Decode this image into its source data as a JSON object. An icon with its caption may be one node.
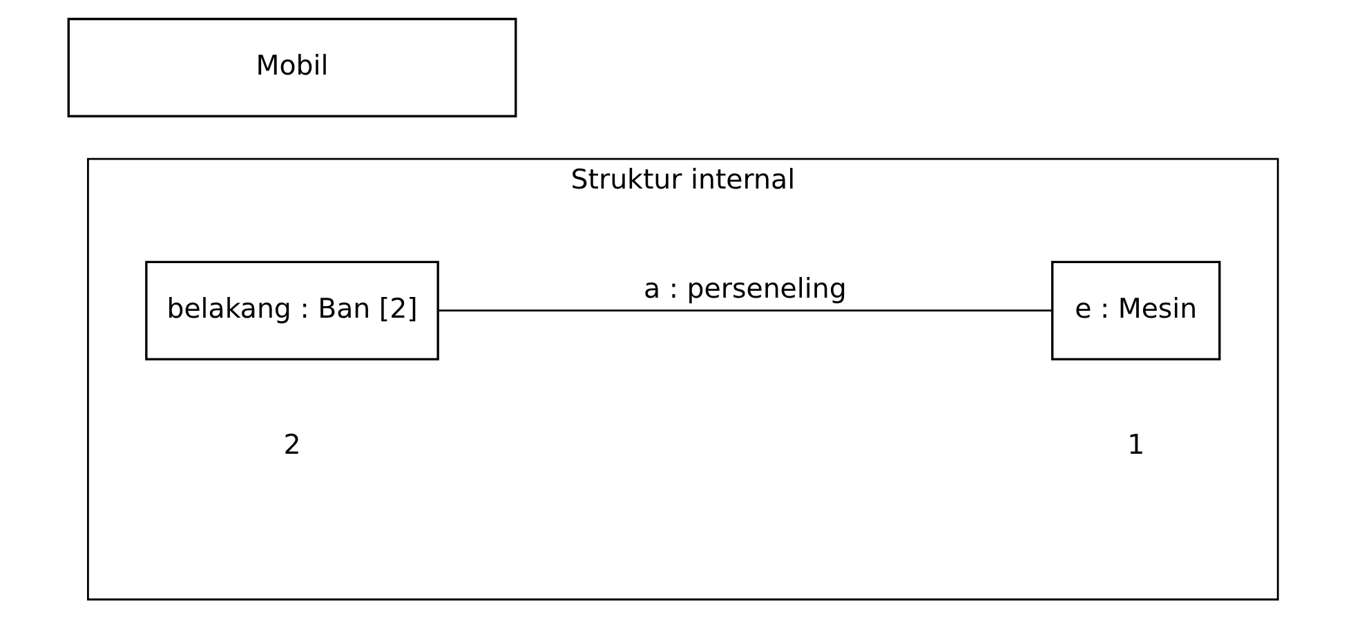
{
  "diagram": {
    "nodes": [
      {
        "text": [
          "Mobil"
        ]
      },
      {
        "text": [
          "Struktur internal"
        ]
      },
      {
        "text": [
          "belakang : Ban [2]"
        ],
        "in": 1
      },
      {
        "text": [
          "e : Mesin"
        ],
        "in": 1
      }
    ],
    "edges": [
      {
        "from": 2,
        "to": 3,
        "arrow": "none",
        "label": "a : perseneling"
      }
    ],
    "labels": [
      "2",
      "1"
    ]
  }
}
